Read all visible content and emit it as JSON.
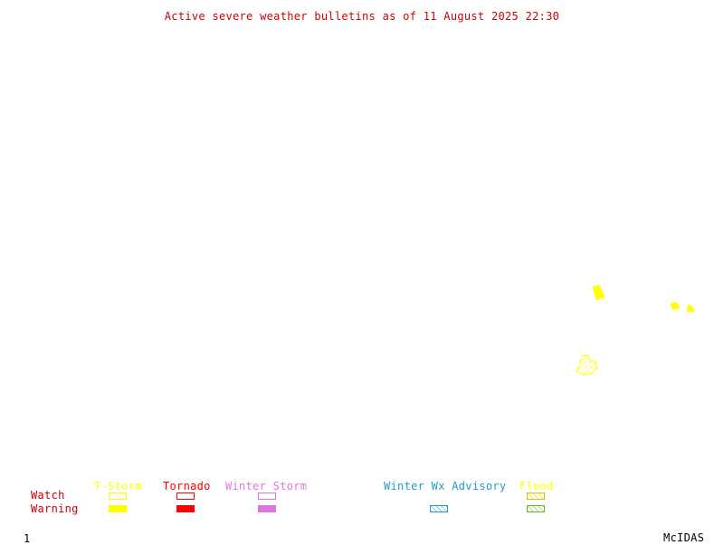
{
  "title": "Active severe weather bulletins as of 11 August 2025 22:30",
  "colors": {
    "title": "#cc0000",
    "tstorm": "#ffff00",
    "tornado": "#ff0000",
    "winter_storm": "#dd77dd",
    "winter_advisory": "#2299cc",
    "flood": "#cccc00",
    "flood_warning": "#66bb22"
  },
  "legend": {
    "row_labels": {
      "watch": "Watch",
      "warning": "Warning"
    },
    "columns": {
      "tstorm": "T-Storm",
      "tornado": "Tornado",
      "winter_storm": "Winter Storm",
      "winter_advisory": "Winter Wx Advisory",
      "flood": "Flood"
    }
  },
  "footer": {
    "frame_number": "1",
    "brand": "McIDAS"
  }
}
